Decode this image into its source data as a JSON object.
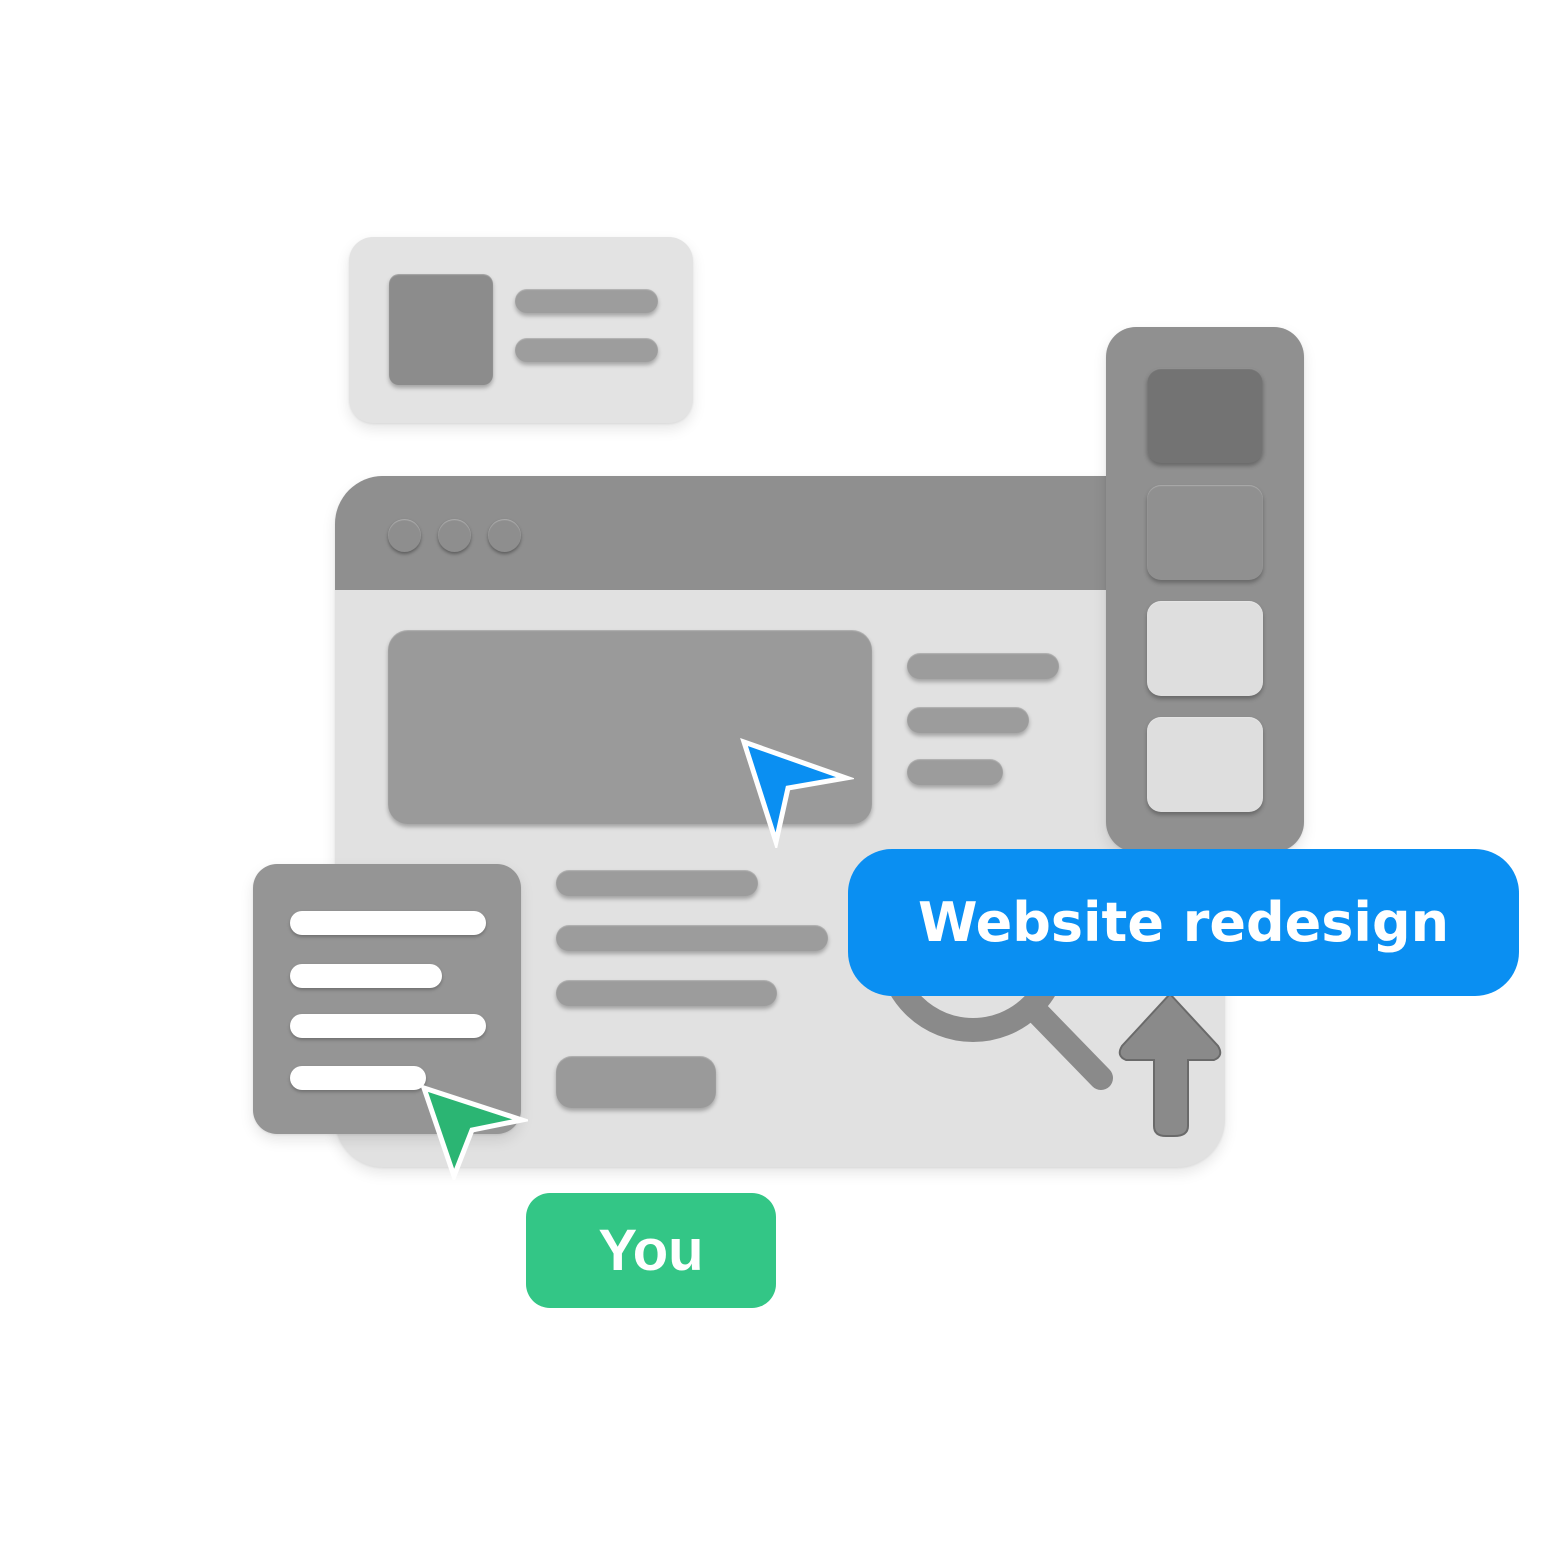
{
  "illustration": {
    "theme": "collaborative web design mockup",
    "colors": {
      "background": "#ffffff",
      "panel_light": "#e1e1e1",
      "panel_dark": "#8f8f8f",
      "blue_accent": "#0a8ff2",
      "green_accent": "#33c686"
    }
  },
  "labels": {
    "project_tag": "Website redesign",
    "user_tag": "You"
  },
  "browser_window": {
    "window_controls": [
      "dot",
      "dot",
      "dot"
    ],
    "content_blocks": [
      "hero-image",
      "text-lines",
      "cta-button"
    ]
  },
  "swatch_panel": {
    "swatches": [
      "#737373",
      "#909090",
      "#dedede",
      "#dedede"
    ]
  },
  "icons": {
    "blue_cursor": "cursor-arrow-icon",
    "green_cursor": "cursor-arrow-icon",
    "search": "magnifier-icon",
    "upload": "arrow-up-icon"
  }
}
